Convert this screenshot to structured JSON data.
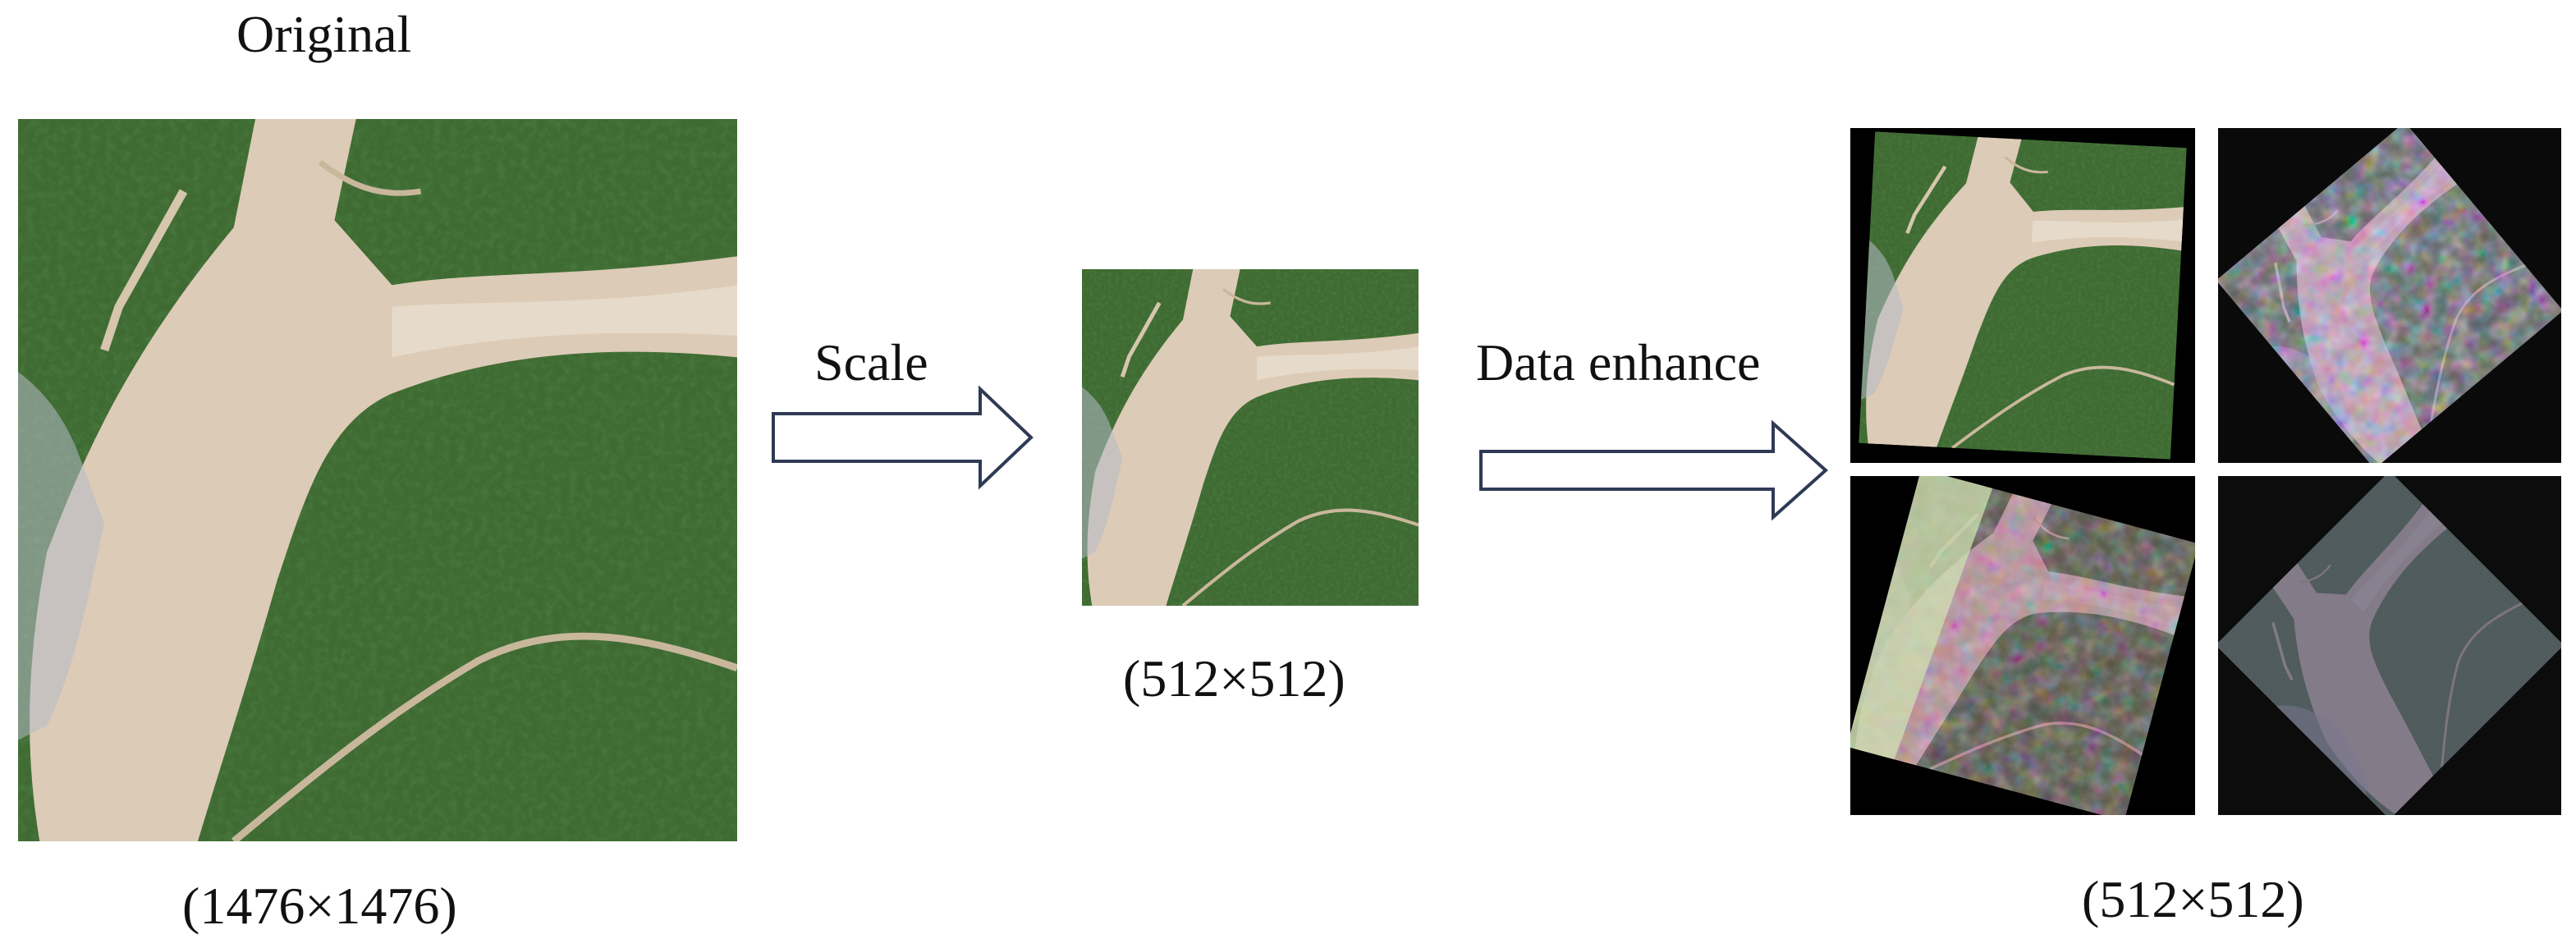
{
  "labels": {
    "original_title": "Original",
    "original_size": "(1476×1476)",
    "scale_label": "Scale",
    "scaled_size": "(512×512)",
    "enhance_label": "Data enhance",
    "enhanced_size": "(512×512)"
  },
  "colors": {
    "arrow_stroke": "#2f3a55",
    "debris": "#dccbb6",
    "forest": "#2f5a2a",
    "tile_background": "#000000"
  },
  "images": [
    {
      "id": "original",
      "description_name": "original-satellite-image"
    },
    {
      "id": "scaled",
      "description_name": "scaled-satellite-image"
    },
    {
      "id": "aug-1",
      "description_name": "augmented-rotated-natural"
    },
    {
      "id": "aug-2",
      "description_name": "augmented-rotated-false-color"
    },
    {
      "id": "aug-3",
      "description_name": "augmented-rotated-high-contrast"
    },
    {
      "id": "aug-4",
      "description_name": "augmented-rotated-desaturated"
    }
  ]
}
